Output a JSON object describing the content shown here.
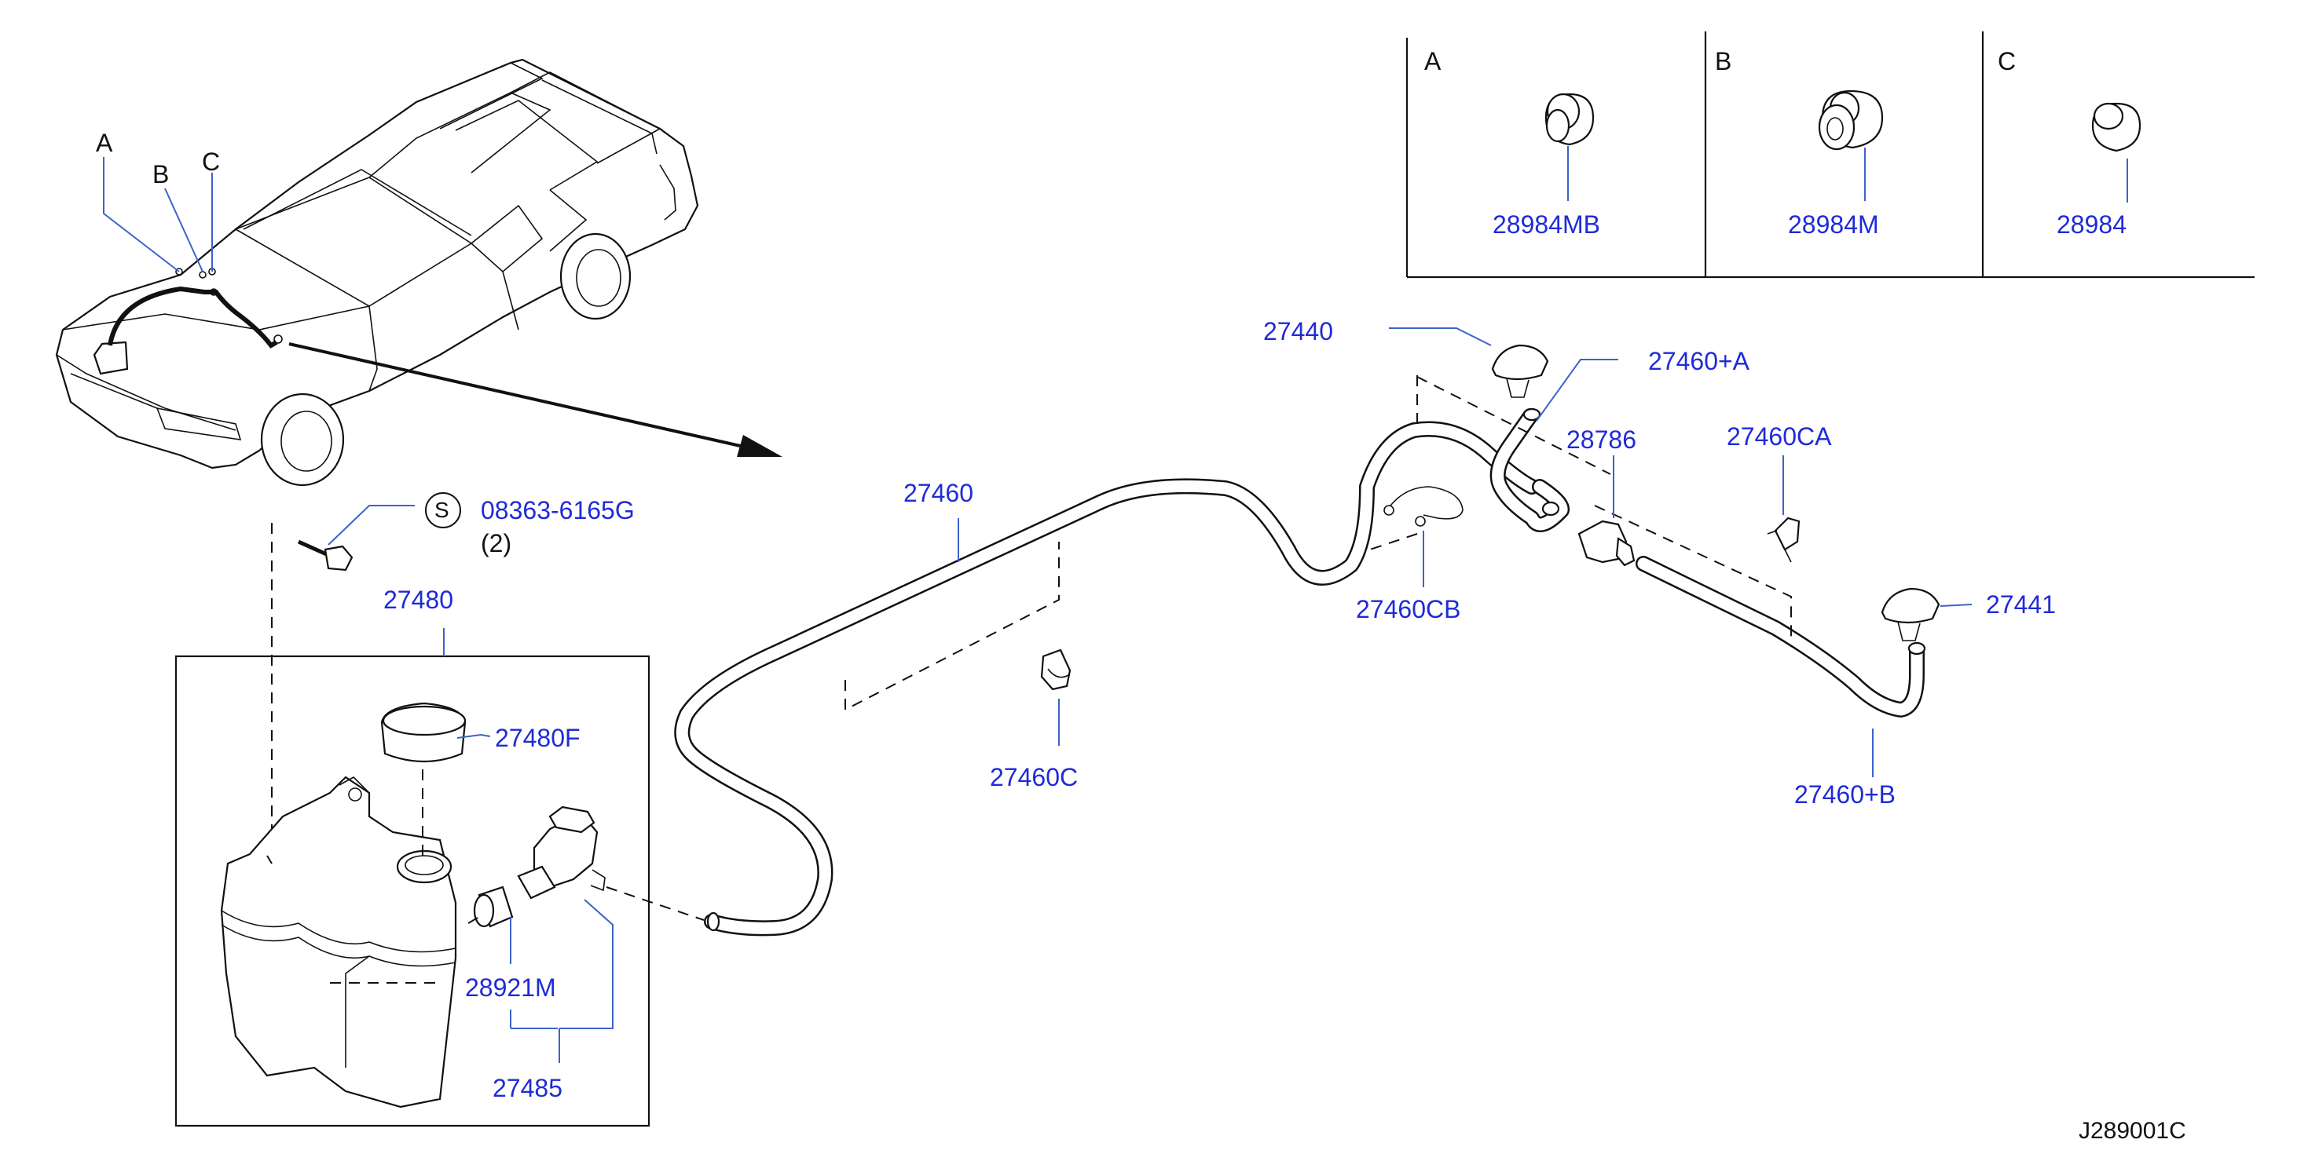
{
  "diagram_id": "J289001C",
  "detail_boxes": [
    {
      "letter": "A",
      "part": "28984MB"
    },
    {
      "letter": "B",
      "part": "28984M"
    },
    {
      "letter": "C",
      "part": "28984"
    }
  ],
  "car_callouts": [
    "A",
    "B",
    "C"
  ],
  "bolt": {
    "symbol": "S",
    "part": "08363-6165G",
    "qty": "(2)"
  },
  "parts": {
    "p27480": "27480",
    "p27480F": "27480F",
    "p28921M": "28921M",
    "p27485": "27485",
    "p27460": "27460",
    "p27460C": "27460C",
    "p27440": "27440",
    "p27460A": "27460+A",
    "p28786": "28786",
    "p27460CA": "27460CA",
    "p27460CB": "27460CB",
    "p27441": "27441",
    "p27460B": "27460+B"
  }
}
